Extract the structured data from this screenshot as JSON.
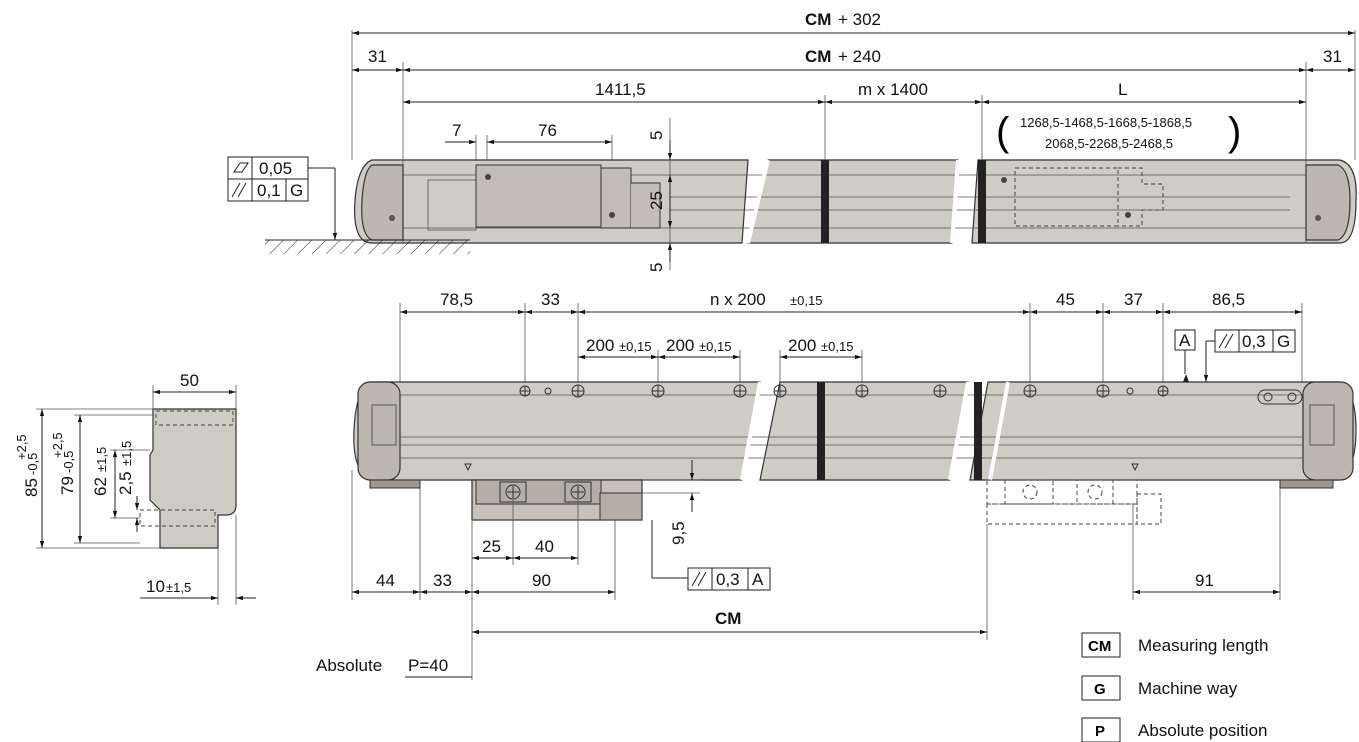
{
  "top_view": {
    "dim_total_label": "+ 302",
    "dim_total_prefix": "CM",
    "dim_inner_prefix": "CM",
    "dim_inner_label": "+ 240",
    "dim_end_left": "31",
    "dim_end_right": "31",
    "dim_first": "1411,5",
    "dim_repeat": "m x 1400",
    "dim_L": "L",
    "L_values_line1": "1268,5-1468,5-1668,5-1868,5",
    "L_values_line2": "2068,5-2268,5-2468,5",
    "dim_7": "7",
    "dim_76": "76",
    "dim_5_top": "5",
    "dim_25": "25",
    "dim_5_bottom": "5",
    "tol_flat_value": "0,05",
    "tol_parallel_value": "0,1",
    "tol_parallel_ref": "G"
  },
  "front_view": {
    "dim_78_5": "78,5",
    "dim_33_top": "33",
    "dim_n200": "n x 200",
    "dim_n200_tol": "±0,15",
    "dim_45": "45",
    "dim_37": "37",
    "dim_86_5": "86,5",
    "dim_200_a": "200",
    "dim_200_b": "200",
    "dim_200_c": "200",
    "tol_015": "±0,15",
    "datum_A": "A",
    "tol_top_value": "0,3",
    "tol_top_ref": "G",
    "dim_9_5": "9,5",
    "dim_25": "25",
    "dim_40": "40",
    "dim_44": "44",
    "dim_33_bottom": "33",
    "dim_90": "90",
    "dim_91": "91",
    "tol_bottom_value": "0,3",
    "tol_bottom_ref": "A",
    "dim_CM": "CM",
    "absolute_label": "Absolute",
    "absolute_value": "P=40"
  },
  "side_view": {
    "dim_50": "50",
    "dim_85": "85",
    "dim_85_tol_up": "+2,5",
    "dim_85_tol_down": "-0,5",
    "dim_79": "79",
    "dim_79_tol_up": "+2,5",
    "dim_79_tol_down": "-0,5",
    "dim_62": "62",
    "dim_62_tol": "±1,5",
    "dim_2_5": "2,5",
    "dim_2_5_tol": "±1,5",
    "dim_10": "10",
    "dim_10_tol": "±1,5"
  },
  "legend": [
    {
      "key": "CM",
      "label": "Measuring length"
    },
    {
      "key": "G",
      "label": "Machine way"
    },
    {
      "key": "P",
      "label": "Absolute position"
    }
  ]
}
